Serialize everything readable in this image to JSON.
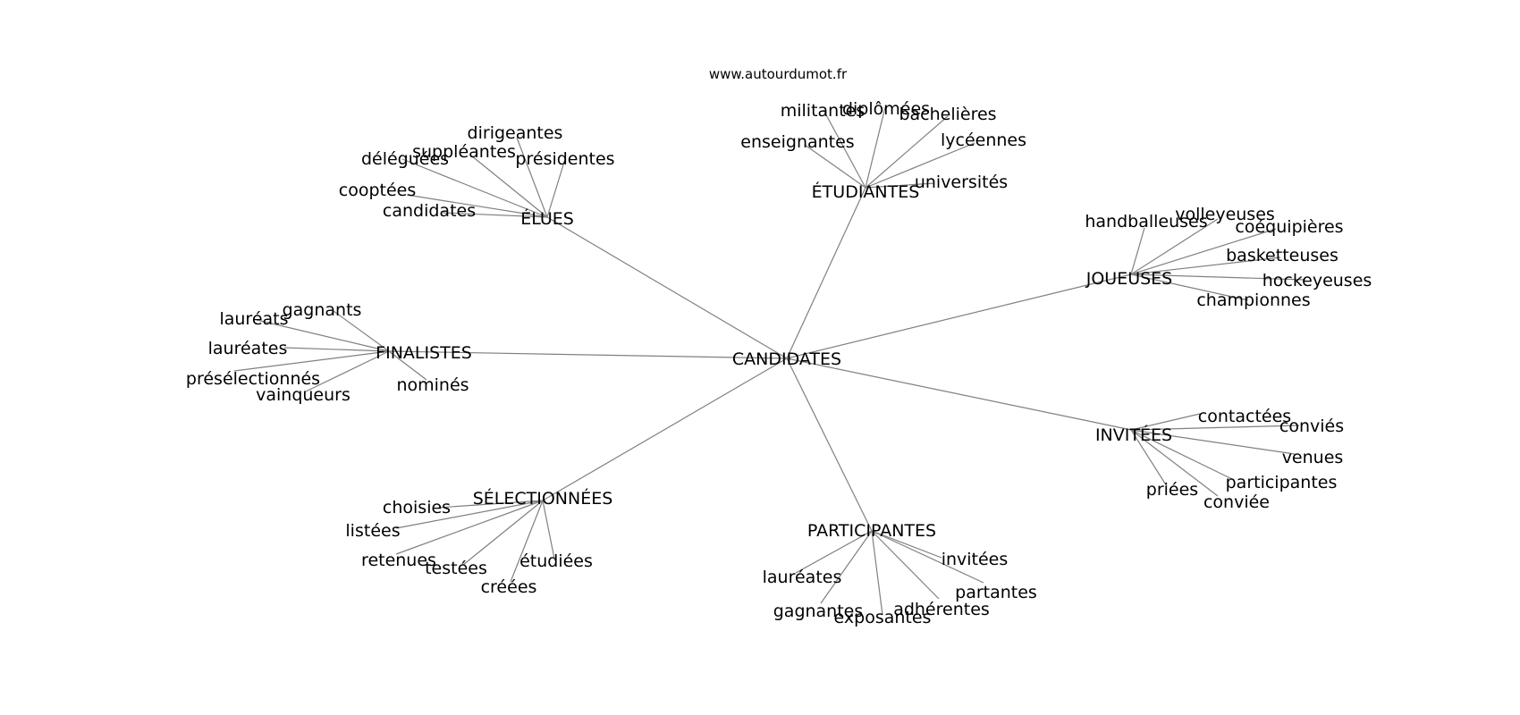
{
  "source_text": "www.autourdumot.fr",
  "center": {
    "label": "CANDIDATES"
  },
  "clusters": [
    {
      "label": "ÉLUES",
      "leaves": [
        "dirigeantes",
        "suppléantes",
        "présidentes",
        "déléguées",
        "cooptées",
        "candidates"
      ]
    },
    {
      "label": "ÉTUDIANTES",
      "leaves": [
        "militantes",
        "diplômées",
        "bachelières",
        "enseignantes",
        "lycéennes",
        "universités"
      ]
    },
    {
      "label": "JOUEUSES",
      "leaves": [
        "handballeuses",
        "volleyeuses",
        "coéquipières",
        "basketteuses",
        "hockeyeuses",
        "championnes"
      ]
    },
    {
      "label": "FINALISTES",
      "leaves": [
        "gagnants",
        "lauréats",
        "lauréates",
        "présélectionnés",
        "vainqueurs",
        "nominés"
      ]
    },
    {
      "label": "INVITÉES",
      "leaves": [
        "contactées",
        "conviés",
        "venues",
        "participantes",
        "priées",
        "conviée"
      ]
    },
    {
      "label": "SÉLECTIONNÉES",
      "leaves": [
        "choisies",
        "listées",
        "retenues",
        "testées",
        "étudiées",
        "créées"
      ]
    },
    {
      "label": "PARTICIPANTES",
      "leaves": [
        "lauréates",
        "invitées",
        "partantes",
        "gagnantes",
        "adhérentes",
        "exposantes"
      ]
    }
  ]
}
